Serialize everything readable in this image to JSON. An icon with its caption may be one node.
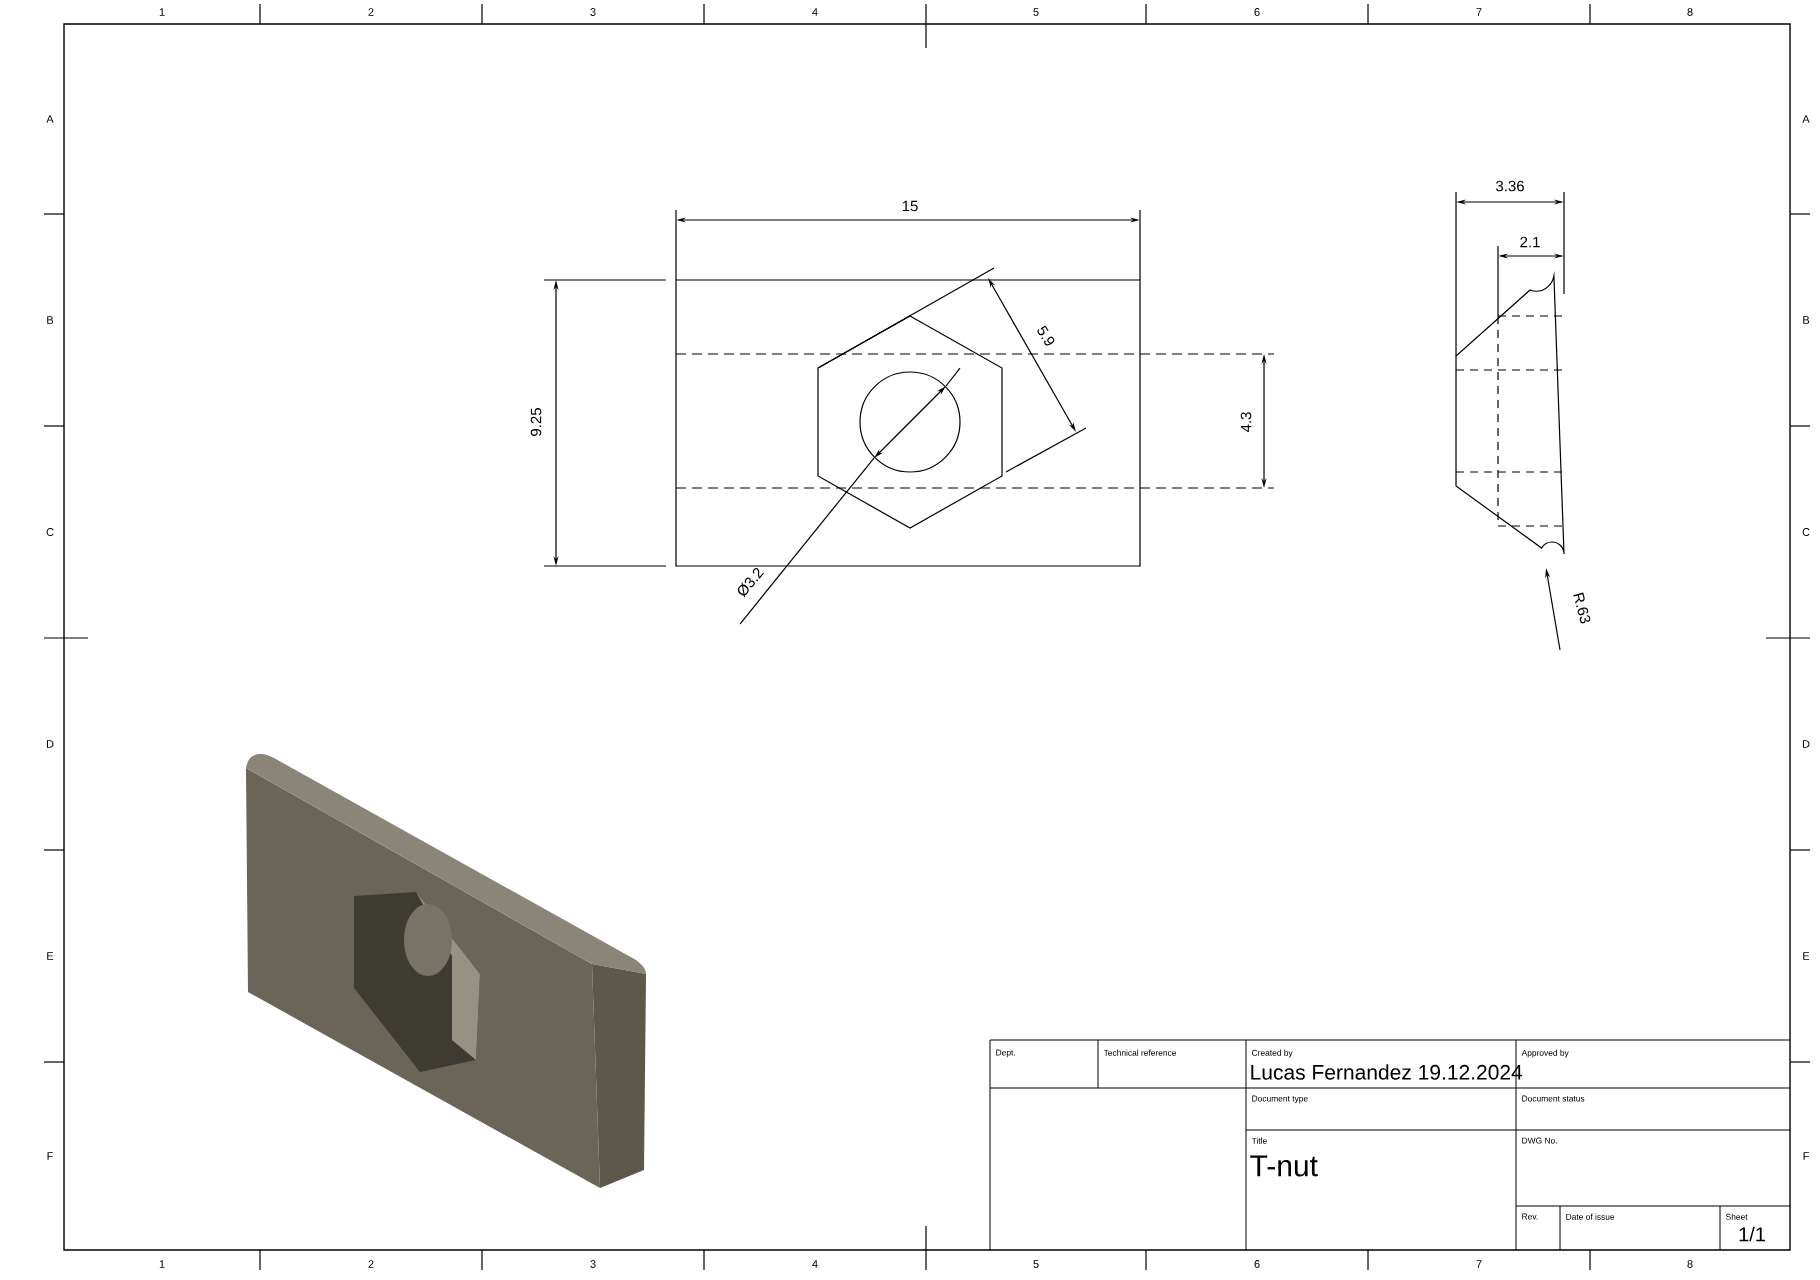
{
  "diagram": {
    "labels": [
      "1",
      "2",
      "3",
      "4",
      "5",
      "6",
      "7",
      "8",
      "A",
      "A",
      "15",
      "3.36",
      "2.1",
      "B",
      "B",
      "5.9",
      "9.25",
      "4.3",
      "C",
      "C",
      "Ø3.2",
      "R.63",
      "D",
      "D",
      "E",
      "E",
      "Dept.",
      "Technical reference",
      "Created by",
      "Lucas Fernandez 19.12.2024",
      "Approved by",
      "Document type",
      "Document status",
      "Title",
      "DWG No.",
      "F",
      "F",
      "T-nut",
      "Rev.",
      "Date of issue",
      "Sheet",
      "1/1",
      "1",
      "2",
      "3",
      "4",
      "5",
      "6",
      "7",
      "8"
    ]
  }
}
